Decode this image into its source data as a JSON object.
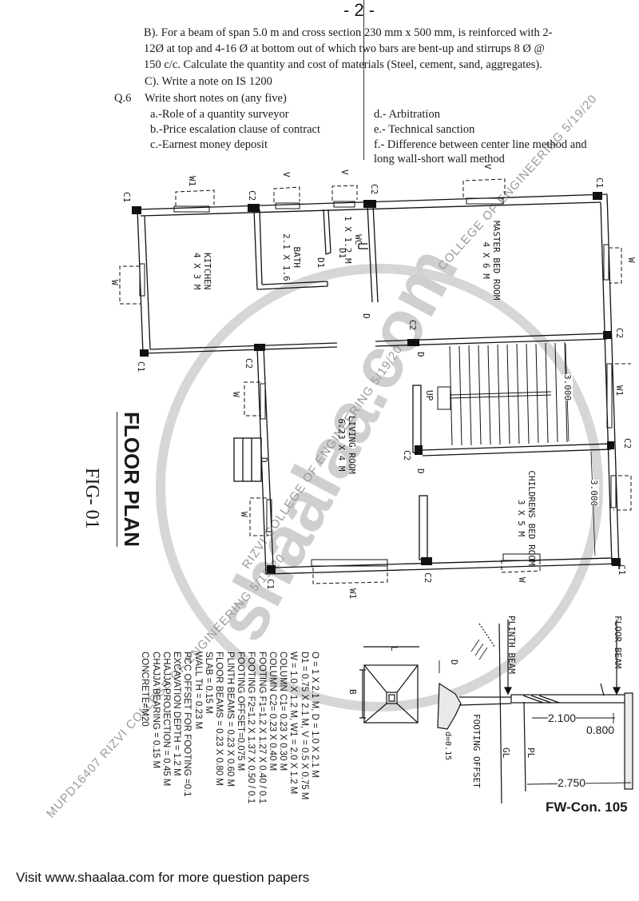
{
  "page": {
    "page_number": "- 2 -"
  },
  "questions": {
    "q5b": {
      "lines": [
        "B). For a beam of span 5.0 m and cross section 230 mm x 500 mm, is reinforced with 2-",
        "12Ø at top and 4-16 Ø at bottom out of which two bars are bent-up and stirrups 8 Ø @",
        "150 c/c. Calculate the quantity and cost of materials (Steel, cement, sand, aggregates)."
      ]
    },
    "q5c": "C). Write a note on IS 1200",
    "q6": {
      "number": "Q.6",
      "prompt": "Write short notes on (any five)",
      "items": [
        "a.-Role of a quantity surveyor",
        "b.-Price escalation clause of contract",
        "c.-Earnest money deposit",
        "d.- Arbitration",
        "e.- Technical sanction",
        "f.- Difference between center line method and",
        "long wall-short wall method"
      ]
    }
  },
  "floor_plan": {
    "title": "FLOOR PLAN",
    "figure": "FIG- 01",
    "rooms": [
      {
        "name": "KITCHEN",
        "size": "4 X 3 M"
      },
      {
        "name": "BATH",
        "size": "2.1 X 1.6"
      },
      {
        "name": "WC",
        "size": "1 X 1.2 M"
      },
      {
        "name": "MASTER BED ROOM",
        "size": "4 X 6 M"
      },
      {
        "name": "LIVING ROOM",
        "size": "6.23 X 4 M"
      },
      {
        "name": "CHILDRENS BED ROOM",
        "size": "3 X 5 M"
      }
    ],
    "labels": {
      "c1": "C1",
      "c2": "C2",
      "w": "W",
      "w1": "W1",
      "v": "V",
      "d": "D",
      "d1": "D1",
      "up": "UP",
      "dim_stair": "3.000",
      "dim_child": "3.000"
    }
  },
  "section": {
    "plinth_beam": "PLINTH BEAM",
    "floor_beam": "FLOOR BEAM",
    "footing_offset": "FOOTING OFFSET",
    "gl": "GL",
    "pl": "PL",
    "d_label": "D",
    "d_value": "d=0.15",
    "l_label": "L",
    "b_label": "B",
    "dim_2100": "2.100",
    "dim_0800": "0.800",
    "dim_2750": "2.750"
  },
  "specifications": [
    "O = 1 X 2.1 M, D = 1.0 X 2.1 M",
    "D1 = 0.75 X 2.1 M, V = 0.5 X 0.75 M",
    "W = 1.0 X 1.2 M, W1 = 2.0 X 1.2 M",
    "COLUMN C1= 0.23 X 0.30 M",
    "COLUMN C2= 0.23 X 0.40 M",
    "FOOTING F1=1.2 X 1.27 X 0.40 / 0.1",
    "FOOTING F2=1.2 X 1.37 X 0.50 / 0.1",
    "FOOTING OFFSET=0.075 M",
    "PLINTH BEAMS = 0.23 X 0.60 M",
    "FLOOR BEAMS = 0.23 X 0.80 M",
    "SLAB = 0.15 M",
    "WALL TH = 0.23  M",
    "PCC OFFSET FOR FOOTING =0.1",
    "EXCAVATION DEPTH = 1.2 M",
    "CHAJJA PROJECTION = 0.45 M",
    "CHAJJA BEARING = 0.15 M",
    "CONCRETE=M20"
  ],
  "paper_code": "FW-Con. 105",
  "watermark": {
    "brand": "shaalaa.com",
    "stamp_top": "COLLEGE OF ENGINEERING 5/19/20",
    "stamp_left": "MUPD16407 RIZVI COLLEGE OF ENGINEERING 5/19/20",
    "stamp_mid": "RIZVI COLLEGE OF ENGINEERING 5/19/20"
  },
  "footer": {
    "text": "Visit www.shaalaa.com for more question papers"
  }
}
